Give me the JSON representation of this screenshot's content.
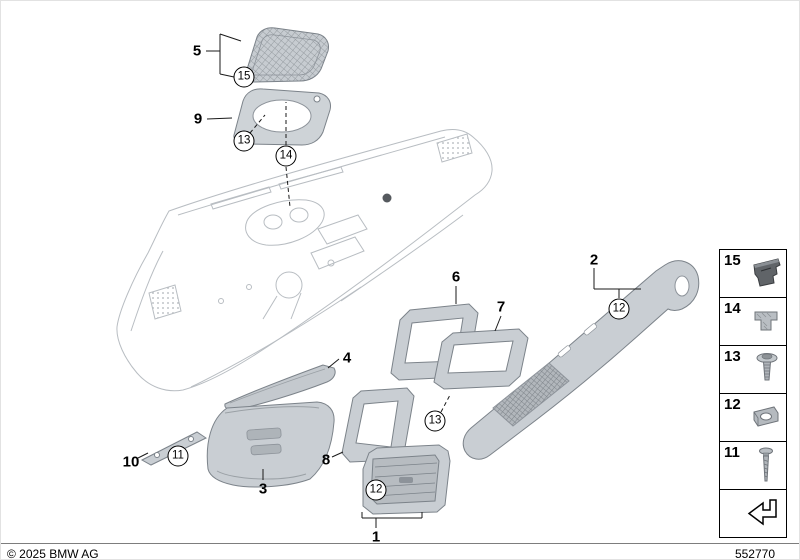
{
  "footer": {
    "copyright": "© 2025 BMW AG",
    "drawing_number": "552770"
  },
  "part_labels": [
    {
      "id": "5"
    },
    {
      "id": "9"
    },
    {
      "id": "4"
    },
    {
      "id": "3"
    },
    {
      "id": "10"
    },
    {
      "id": "8"
    },
    {
      "id": "6"
    },
    {
      "id": "7"
    },
    {
      "id": "2"
    },
    {
      "id": "1"
    }
  ],
  "fastener_callouts": [
    {
      "id": "15"
    },
    {
      "id": "13"
    },
    {
      "id": "14"
    },
    {
      "id": "11"
    },
    {
      "id": "13"
    },
    {
      "id": "12"
    },
    {
      "id": "12"
    }
  ],
  "legend": {
    "items": [
      {
        "number": "15",
        "icon": "retaining-clip"
      },
      {
        "number": "14",
        "icon": "spring-clip"
      },
      {
        "number": "13",
        "icon": "torx-screw-with-washer"
      },
      {
        "number": "12",
        "icon": "clip-nut"
      },
      {
        "number": "11",
        "icon": "self-tapping-screw"
      },
      {
        "number": "",
        "icon": "viewing-direction-arrow"
      }
    ]
  }
}
